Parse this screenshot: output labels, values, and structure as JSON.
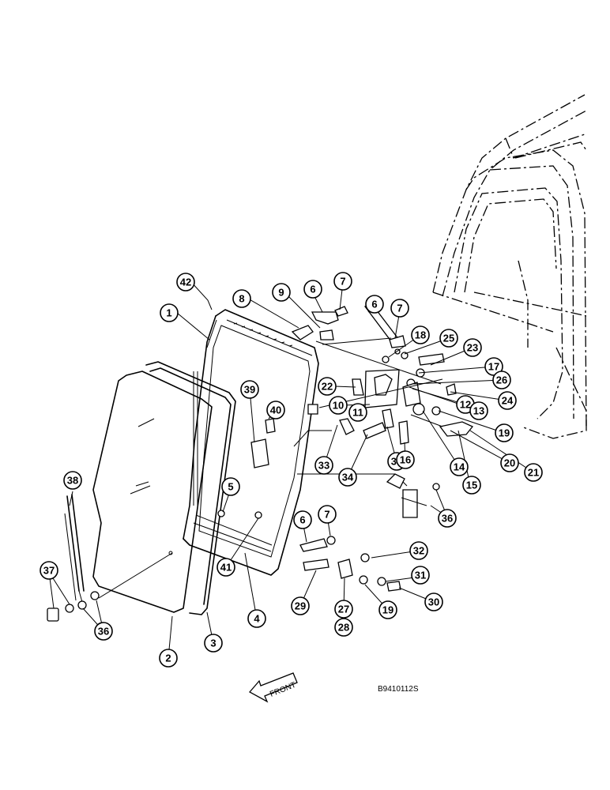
{
  "callouts": [
    "42",
    "8",
    "9",
    "6",
    "7",
    "6",
    "7",
    "1",
    "18",
    "25",
    "23",
    "17",
    "22",
    "26",
    "24",
    "12",
    "13",
    "10",
    "11",
    "39",
    "40",
    "19",
    "14",
    "15",
    "20",
    "21",
    "33",
    "34",
    "35",
    "16",
    "38",
    "5",
    "36",
    "6",
    "7",
    "32",
    "41",
    "31",
    "30",
    "4",
    "29",
    "27",
    "28",
    "19",
    "37",
    "36",
    "2",
    "3"
  ],
  "front_label": "FRONT",
  "drawing_number": "B9410112S",
  "icons": {
    "front_arrow": "front-arrow-icon"
  }
}
